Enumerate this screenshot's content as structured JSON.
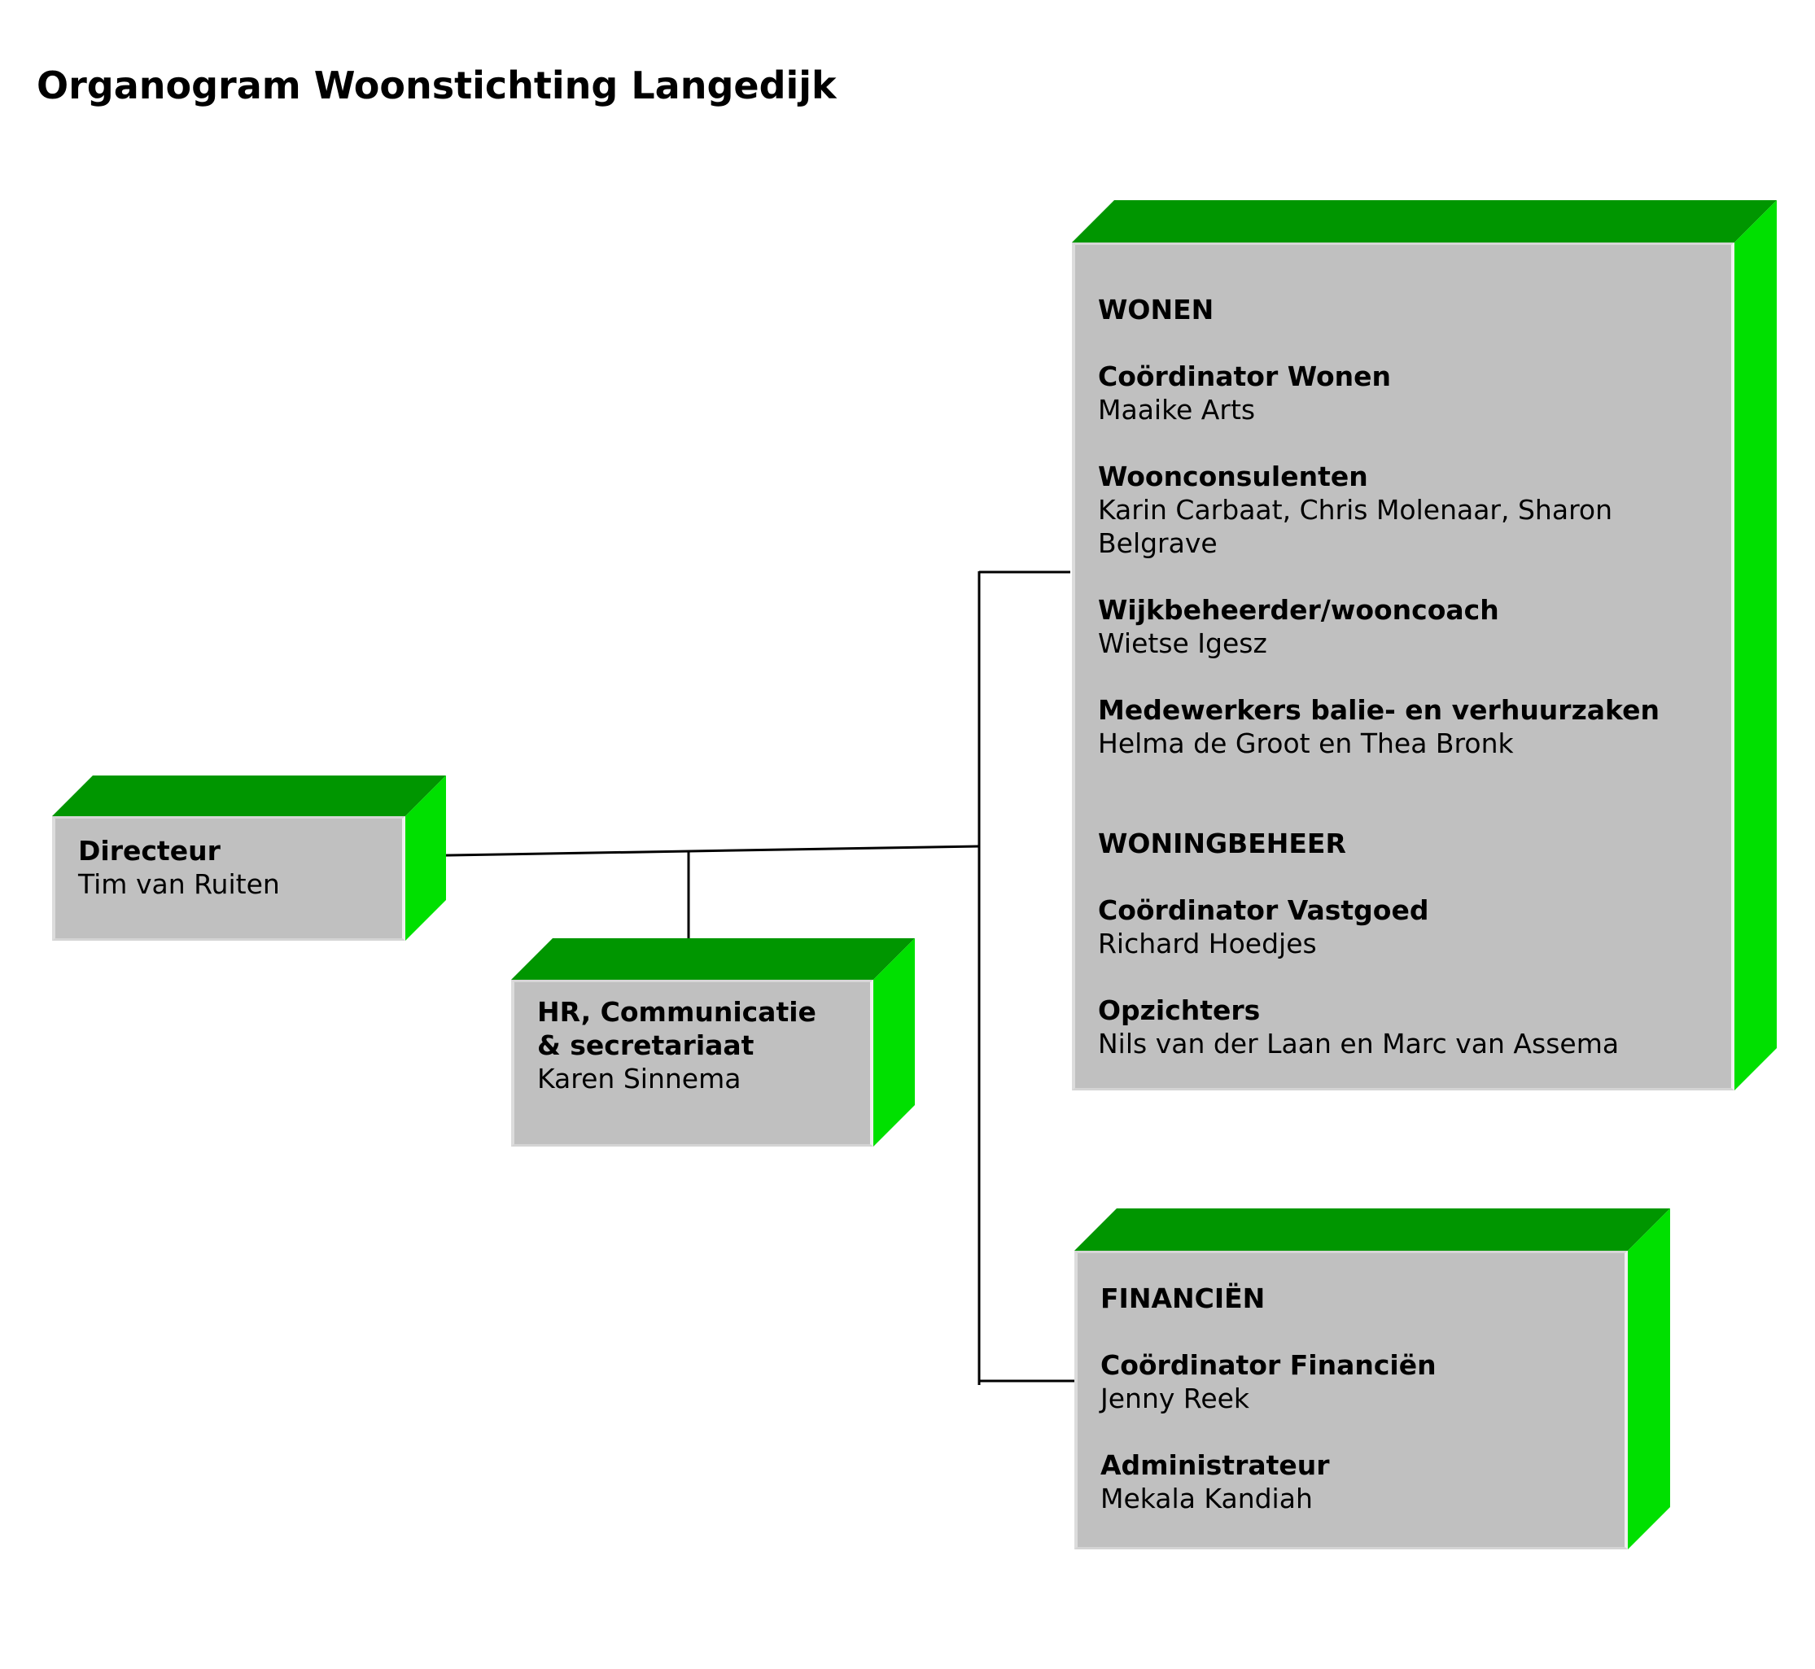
{
  "title": "Organogram Woonstichting Langedijk",
  "colors": {
    "top_face": "#009600",
    "side_face": "#00e000",
    "front_face": "#c0c0c0",
    "connector": "#000000"
  },
  "directeur": {
    "role": "Directeur",
    "name": "Tim van Ruiten"
  },
  "hr": {
    "role_line1": "HR, Communicatie",
    "role_line2": "& secretariaat",
    "name": "Karen Sinnema"
  },
  "wonen_block": {
    "wonen_heading": "WONEN",
    "coord_wonen_role": "Coördinator Wonen",
    "coord_wonen_name": "Maaike Arts",
    "consulenten_role": "Woonconsulenten",
    "consulenten_name_line1": "Karin Carbaat, Chris Molenaar, Sharon",
    "consulenten_name_line2": "Belgrave",
    "wijkbeheerder_role": "Wijkbeheerder/wooncoach",
    "wijkbeheerder_name": "Wietse Igesz",
    "balie_role": "Medewerkers balie- en verhuurzaken",
    "balie_name": "Helma de Groot en Thea Bronk",
    "woningbeheer_heading": "WONINGBEHEER",
    "coord_vastgoed_role": "Coördinator Vastgoed",
    "coord_vastgoed_name": "Richard Hoedjes",
    "opzichters_role": "Opzichters",
    "opzichters_name": "Nils van der Laan en Marc van Assema"
  },
  "financien_block": {
    "heading": "FINANCIËN",
    "coord_role": "Coördinator Financiën",
    "coord_name": "Jenny Reek",
    "admin_role": "Administrateur",
    "admin_name": "Mekala Kandiah"
  }
}
